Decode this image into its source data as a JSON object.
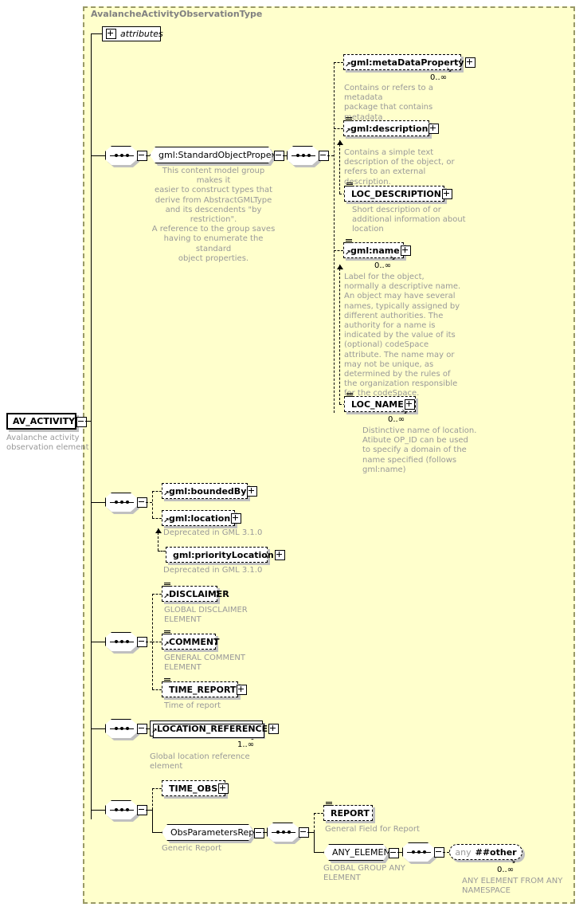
{
  "diagram": {
    "kind": "xml-schema-element-diagram",
    "colors": {
      "complex_type_fill": "#ffffcc",
      "complex_type_border": "#999966",
      "annotation_text": "#999999",
      "box_fill": "#ffffff",
      "line": "#000000",
      "shadow": "#c0c0c0"
    },
    "complex_type_title": "AvalancheActivityObservationType"
  },
  "root_element": {
    "name": "AV_ACTIVITY",
    "annotation": "Avalanche activity\nobservation element",
    "expander": "minus"
  },
  "attributes_node": {
    "label": "attributes",
    "expander": "plus"
  },
  "groups": {
    "standard_object_properties": {
      "label": "gml:StandardObjectProperties",
      "expander": "minus",
      "annotation": "This content model group makes it\neasier to construct types that\n     derive from AbstractGMLType\nand its descendents \"by restriction\".\n     A reference to the group saves\nhaving to enumerate the standard\nobject properties."
    },
    "obs_parameters_report": {
      "label": "ObsParametersReport",
      "expander": "minus",
      "annotation": "Generic Report"
    }
  },
  "elements": {
    "metadataproperty": {
      "label": "gml:metaDataProperty",
      "expander": "plus",
      "cardinality": "0..∞",
      "annotation": "Contains or refers to a metadata\npackage that contains metadata\nproperties.",
      "style": "dashed"
    },
    "description": {
      "label": "gml:description",
      "expander": "plus",
      "cardinality": "",
      "annotation": "Contains a simple text\ndescription of the object, or\nrefers to an external\ndescription.",
      "style": "dashed"
    },
    "loc_description": {
      "label": "LOC_DESCRIPTION",
      "expander": "plus",
      "cardinality": "",
      "annotation": "Short description of or\nadditional information about\nlocation",
      "style": "dashed"
    },
    "name": {
      "label": "gml:name",
      "expander": "plus",
      "cardinality": "0..∞",
      "annotation": "Label for the object,\nnormally a descriptive name.\nAn object may have several\nnames, typically assigned by\ndifferent authorities.  The\nauthority for a name is\nindicated by the value of its\n(optional) codeSpace\nattribute.  The name may or\nmay not be unique, as\ndetermined by the rules of\nthe organization responsible\nfor the codeSpace.",
      "style": "dashed"
    },
    "loc_name": {
      "label": "LOC_NAME",
      "expander": "plus",
      "cardinality": "0..∞",
      "annotation": "Distinctive name of location.\nAtibute OP_ID can be used\nto specify a domain of the\nname specified (follows\ngml:name)",
      "style": "dashed"
    },
    "boundedby": {
      "label": "gml:boundedBy",
      "expander": "plus",
      "cardinality": "",
      "annotation": "",
      "style": "dashed"
    },
    "location": {
      "label": "gml:location",
      "expander": "plus",
      "cardinality": "",
      "annotation": "Deprecated in GML 3.1.0",
      "style": "dashed"
    },
    "prioritylocation": {
      "label": "gml:priorityLocation",
      "expander": "plus",
      "cardinality": "",
      "annotation": "Deprecated in GML 3.1.0",
      "style": "dashed"
    },
    "disclaimer": {
      "label": "DISCLAIMER",
      "expander": "none",
      "cardinality": "",
      "annotation": "GLOBAL DISCLAIMER\nELEMENT",
      "style": "dashed"
    },
    "comment": {
      "label": "COMMENT",
      "expander": "none",
      "cardinality": "",
      "annotation": "GENERAL COMMENT\nELEMENT",
      "style": "dashed"
    },
    "time_report": {
      "label": "TIME_REPORT",
      "expander": "plus",
      "cardinality": "",
      "annotation": "Time of report",
      "style": "dashed"
    },
    "location_reference": {
      "label": "LOCATION_REFERENCE",
      "expander": "plus",
      "cardinality": "1..∞",
      "annotation": "Global location reference\nelement",
      "style": "solid"
    },
    "time_obs": {
      "label": "TIME_OBS",
      "expander": "plus",
      "cardinality": "",
      "annotation": "",
      "style": "dashed"
    },
    "report": {
      "label": "REPORT",
      "expander": "none",
      "cardinality": "",
      "annotation": "General Field for Report",
      "style": "dashed"
    },
    "any_element": {
      "label": "ANY_ELEMENT",
      "expander": "minus",
      "cardinality": "",
      "annotation": "GLOBAL GROUP ANY\nELEMENT",
      "style": "group"
    },
    "any_wildcard": {
      "namespace_label": "any",
      "wildcard_label": "##other",
      "cardinality": "0..∞",
      "annotation": "ANY ELEMENT FROM ANY\nNAMESPACE"
    }
  },
  "compositors": [
    {
      "id": "seq-root",
      "type": "sequence",
      "expander": "minus"
    },
    {
      "id": "seq-sop",
      "type": "sequence",
      "expander": "minus"
    },
    {
      "id": "seq-bounded",
      "type": "sequence",
      "expander": "minus"
    },
    {
      "id": "seq-disclaimer",
      "type": "sequence",
      "expander": "minus"
    },
    {
      "id": "seq-locref",
      "type": "sequence",
      "expander": "minus"
    },
    {
      "id": "seq-timeobs",
      "type": "sequence",
      "expander": "minus"
    },
    {
      "id": "seq-report",
      "type": "sequence",
      "expander": "minus"
    },
    {
      "id": "seq-any",
      "type": "sequence",
      "expander": "minus"
    }
  ]
}
